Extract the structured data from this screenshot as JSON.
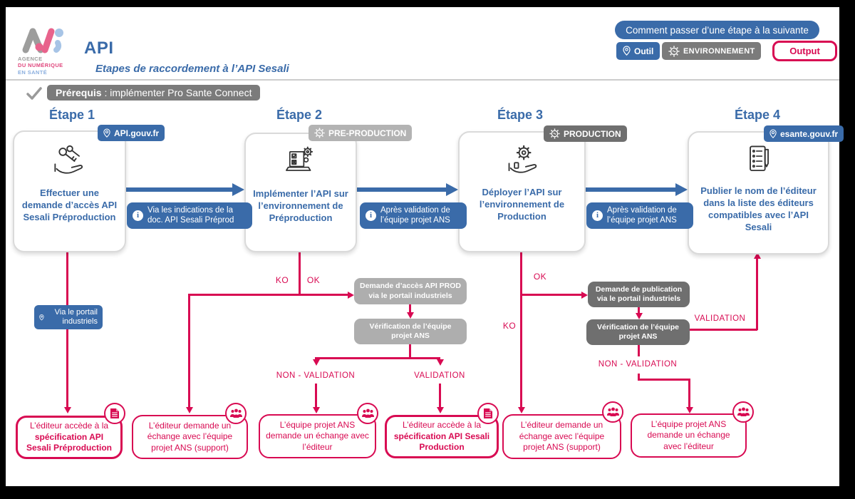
{
  "header": {
    "logo": {
      "line1": "AGENCE",
      "line2": "DU NUMÉRIQUE",
      "line3": "EN SANTÉ"
    },
    "title": "API",
    "subtitle": "Etapes de raccordement à l’API Sesali",
    "how_button": "Comment passer d’une étape à la suivante",
    "legend": {
      "tool": "Outil",
      "environment": "ENVIRONNEMENT",
      "output": "Output"
    },
    "prerequisite": {
      "label": "Prérequis",
      "text": " : implémenter Pro Sante Connect"
    }
  },
  "colors": {
    "blue": "#3A6BA9",
    "pink": "#D80A52",
    "gray_light": "#AEAEAE",
    "gray_dark": "#6F6F6F",
    "gray_badge": "#7B7B7B"
  },
  "steps": [
    {
      "title": "Étape 1",
      "badge": "API.gouv.fr",
      "badge_type": "tool",
      "icon": "hand-keys-icon",
      "text": "Effectuer une demande d’accès API Sesali Préproduction"
    },
    {
      "title": "Étape 2",
      "badge": "PRE-PRODUCTION",
      "badge_type": "environment",
      "icon": "laptop-checklist-gears-icon",
      "text": "Implémenter l’API sur l’environnement de Préproduction"
    },
    {
      "title": "Étape 3",
      "badge": "PRODUCTION",
      "badge_type": "environment",
      "icon": "hand-gear-icon",
      "text": "Déployer l’API sur l’environnement de Production"
    },
    {
      "title": "Étape 4",
      "badge": "esante.gouv.fr",
      "badge_type": "tool",
      "icon": "checklist-icon",
      "text": "Publier le nom de l’éditeur dans la liste des éditeurs compatibles avec l’API Sesali"
    }
  ],
  "transitions": [
    {
      "info": "Via les indications de la doc. API Sesali Préprod"
    },
    {
      "info": "Après validation de l’équipe projet ANS"
    },
    {
      "info": "Après validation de l’équipe projet ANS"
    }
  ],
  "portal_badge": "Via le portail industriels",
  "flow": {
    "labels": {
      "ko": "KO",
      "ok": "OK",
      "validation": "VALIDATION",
      "non_validation": "NON - VALIDATION"
    },
    "process_boxes": [
      {
        "text": "Demande d’accès API PROD via le portail industriels",
        "shade": "light"
      },
      {
        "text": "Vérification de l’équipe projet ANS",
        "shade": "light"
      },
      {
        "text": "Demande de publication via le portail industriels",
        "shade": "dark"
      },
      {
        "text": "Vérification de l’équipe projet ANS",
        "shade": "dark"
      }
    ],
    "outcomes": [
      {
        "normal": "L’éditeur accède à la ",
        "bold": "spécification API Sesali Préproduction",
        "icon": "document-icon"
      },
      {
        "normal": "L’éditeur demande un échange avec l’équipe projet ANS (support)",
        "bold": "",
        "icon": "team-icon"
      },
      {
        "normal": "L’équipe projet ANS demande un échange avec l’éditeur",
        "bold": "",
        "icon": "team-icon"
      },
      {
        "normal": "L’éditeur accède à la ",
        "bold": "spécification API Sesali Production",
        "icon": "document-icon"
      },
      {
        "normal": "L’éditeur demande un échange avec l’équipe projet ANS (support)",
        "bold": "",
        "icon": "team-icon"
      },
      {
        "normal": "L’équipe projet ANS demande un échange avec l’éditeur",
        "bold": "",
        "icon": "team-icon"
      }
    ]
  }
}
